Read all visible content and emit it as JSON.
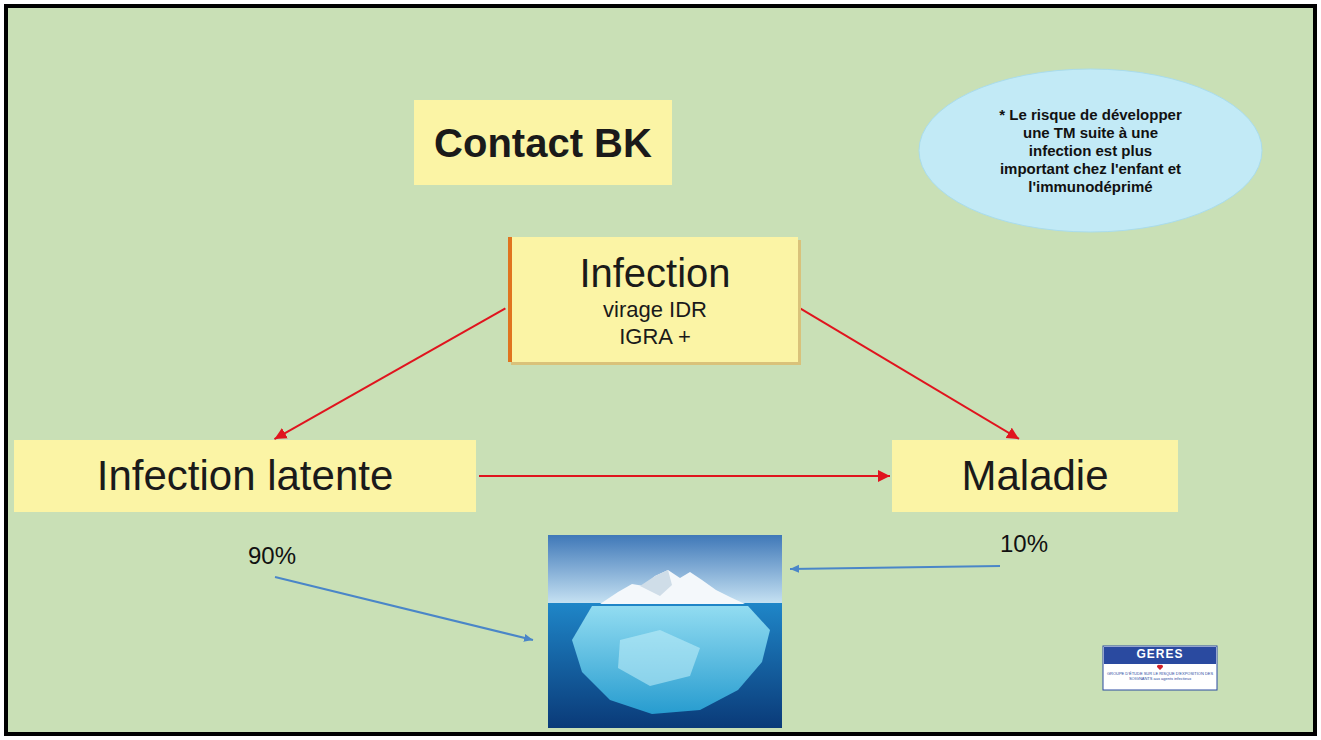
{
  "diagram": {
    "nodes": [
      {
        "text": [
          "Contact BK"
        ]
      },
      {
        "text": [
          "* Le risque de développer une TM suite à une infection est plus important chez l'enfant et l'immunodéprimé"
        ]
      },
      {
        "text": [
          "Infection",
          "virage IDR",
          "IGRA +"
        ]
      },
      {
        "text": [
          "Infection latente"
        ]
      },
      {
        "text": [
          "Maladie"
        ]
      }
    ],
    "edges": [
      {
        "from": 2,
        "to": 3,
        "arrow": "to"
      },
      {
        "from": 2,
        "to": 4,
        "arrow": "to"
      },
      {
        "from": 3,
        "to": 4,
        "arrow": "to"
      }
    ],
    "labels": [
      "90%",
      "10%",
      "GERES",
      "GROUPE D'ÉTUDE SUR LE RISQUE D'EXPOSITION DES SOIGNANTS aux agents infectieux"
    ]
  }
}
